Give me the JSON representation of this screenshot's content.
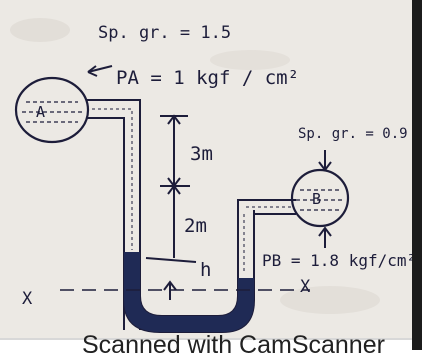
{
  "labels": {
    "sg_left": "Sp. gr. = 1.5",
    "pressure_a": "PA = 1 kgf / cm²",
    "sg_right": "Sp. gr. = 0.9",
    "tank_a": "A",
    "tank_b": "B",
    "dim_3m": "3m",
    "dim_2m": "2m",
    "h": "h",
    "pressure_b": "PB = 1.8 kgf/cm²",
    "datum_left": "X",
    "datum_right": "X"
  },
  "footer": {
    "text": "Scanned with CamScanner"
  },
  "colors": {
    "ink": "#1d1d3a",
    "mercury": "#1f2a55",
    "paper": "#ece9e4"
  }
}
